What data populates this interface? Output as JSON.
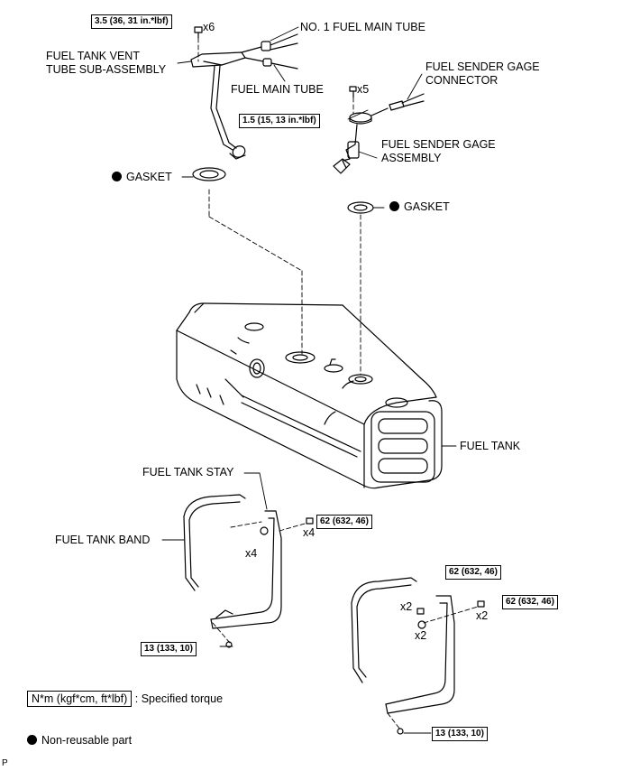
{
  "labels": {
    "no1_fuel_main_tube": "NO. 1 FUEL MAIN TUBE",
    "vent_tube": "FUEL TANK VENT\nTUBE SUB-ASSEMBLY",
    "fuel_main_tube": "FUEL MAIN TUBE",
    "sender_connector": "FUEL SENDER GAGE\nCONNECTOR",
    "sender_assembly": "FUEL SENDER GAGE\nASSEMBLY",
    "gasket_left": "GASKET",
    "gasket_right": "GASKET",
    "fuel_tank": "FUEL TANK",
    "tank_stay": "FUEL TANK STAY",
    "tank_band": "FUEL TANK BAND"
  },
  "torques": {
    "vent_bolt": "3.5 (36, 31 in.*lbf)",
    "sender_screw": "1.5 (15, 13 in.*lbf)",
    "stay_upper": "62 (632, 46)",
    "band_lower_left": "13 (133, 10)",
    "right_upper_a": "62 (632, 46)",
    "right_upper_b": "62 (632, 46)",
    "band_lower_right": "13 (133, 10)"
  },
  "quantities": {
    "vent_bolt": "x6",
    "sender_screw": "x5",
    "stay_bolt": "x4",
    "stay_nut": "x4",
    "right_nut_a": "x2",
    "right_bolt_a": "x2",
    "right_bolt_b": "x2"
  },
  "legend": {
    "torque_box": "N*m (kgf*cm, ft*lbf)",
    "torque_text": ": Specified torque",
    "nonreusable_text": "Non-reusable part"
  },
  "footer_code": "P",
  "colors": {
    "line": "#000000",
    "background": "#ffffff"
  }
}
